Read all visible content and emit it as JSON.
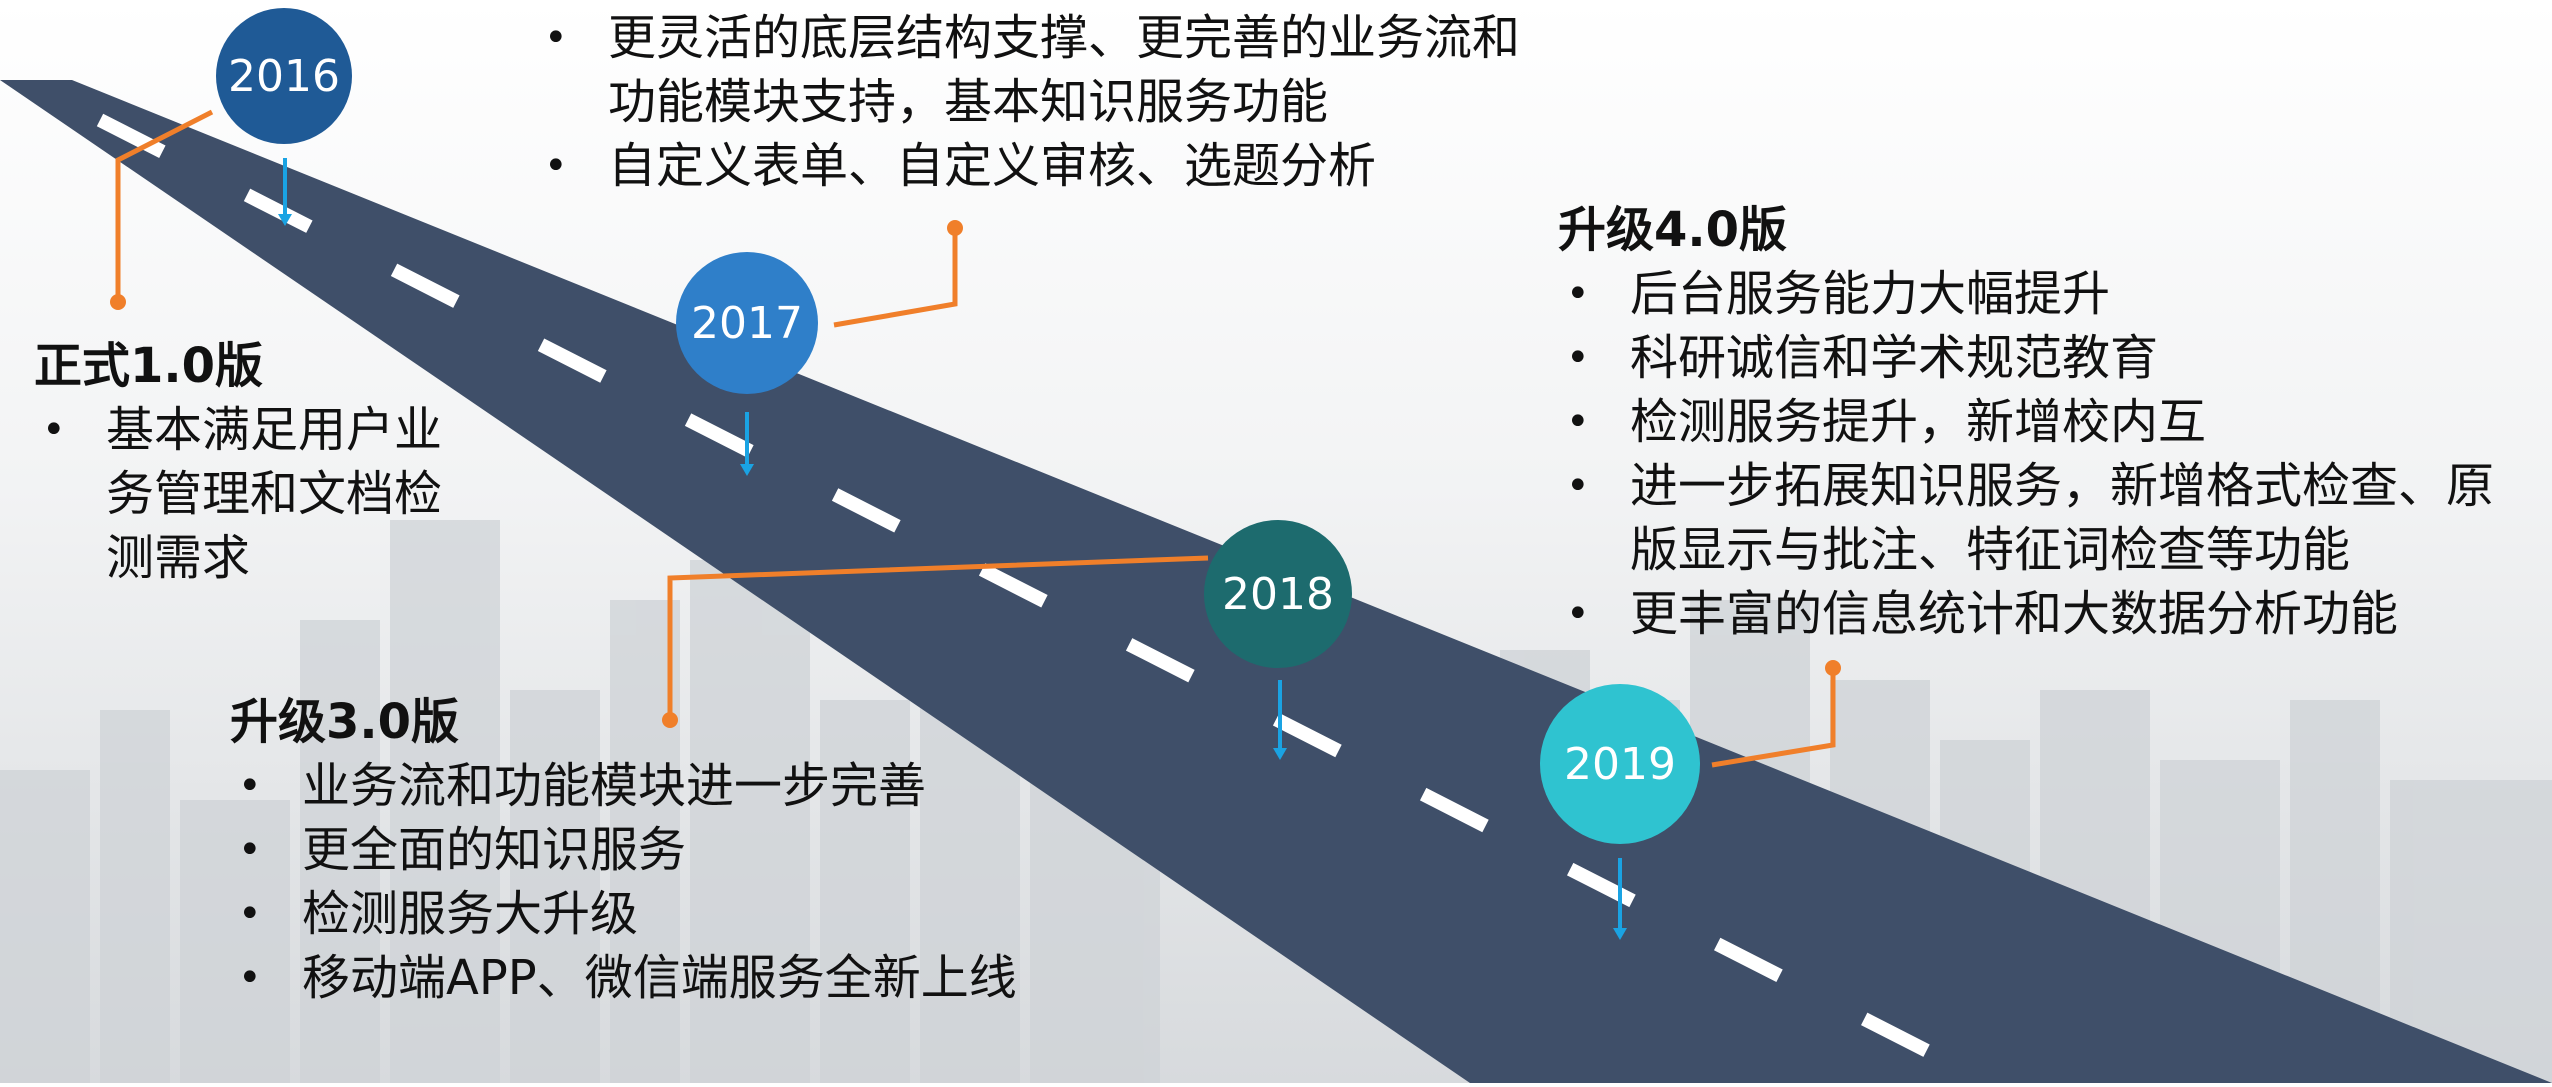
{
  "milestones": [
    {
      "year": "2016",
      "color": "#1f5a96",
      "heading": "正式1.0版",
      "items": [
        "基本满足用户业务管理和文档检测需求"
      ]
    },
    {
      "year": "2017",
      "color": "#2f7fc9",
      "heading": "",
      "items": [
        "更灵活的底层结构支撑、更完善的业务流和功能模块支持，基本知识服务功能",
        "自定义表单、自定义审核、选题分析"
      ]
    },
    {
      "year": "2018",
      "color": "#1d6b6e",
      "heading": "升级3.0版",
      "items": [
        "业务流和功能模块进一步完善",
        "更全面的知识服务",
        "检测服务大升级",
        "移动端APP、微信端服务全新上线"
      ]
    },
    {
      "year": "2019",
      "color": "#2fc3d0",
      "heading": "升级4.0版",
      "items": [
        "后台服务能力大幅提升",
        "科研诚信和学术规范教育",
        "检测服务提升，新增校内互",
        "进一步拓展知识服务，新增格式检查、原版显示与批注、特征词检查等功能",
        "更丰富的信息统计和大数据分析功能"
      ]
    }
  ],
  "colors": {
    "road": "#3f4f69",
    "dash": "#ffffff",
    "connector": "#f07f2a",
    "pin": "#1aa3e3"
  }
}
